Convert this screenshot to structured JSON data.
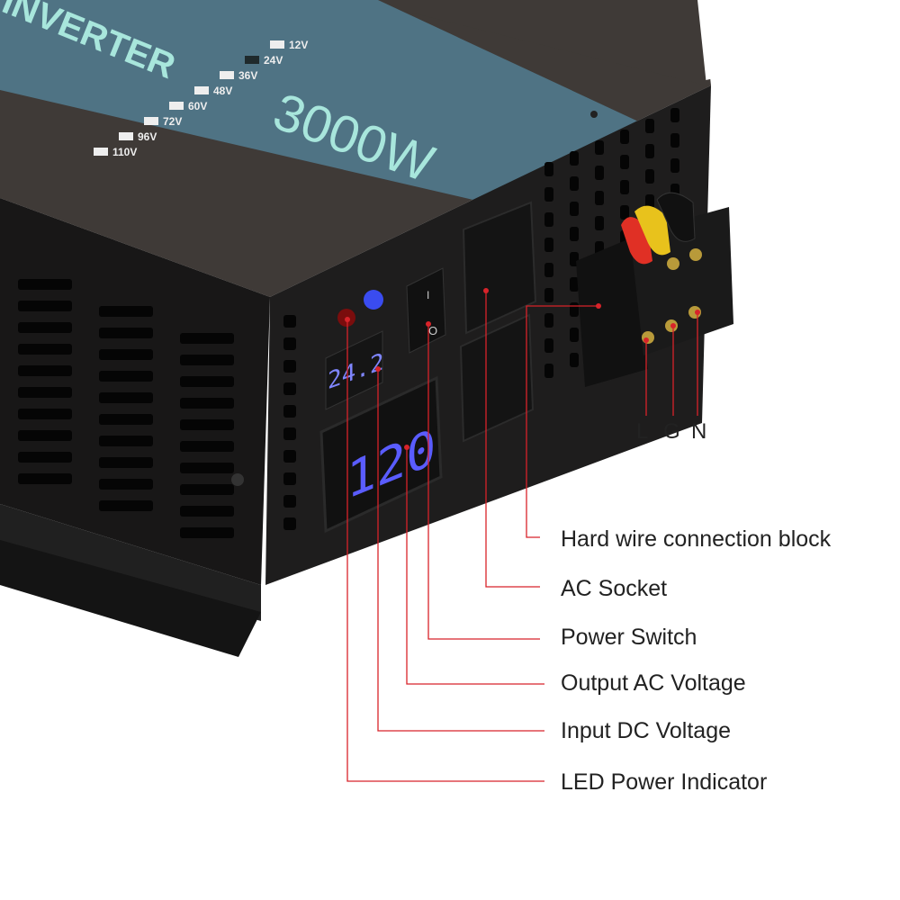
{
  "product": {
    "brand_text": "INVERTER",
    "power_rating": "3000W",
    "voltage_options": [
      "12V",
      "24V",
      "36V",
      "48V",
      "60V",
      "72V",
      "96V",
      "110V"
    ],
    "selected_voltage": "24V",
    "switch_on_symbol": "I",
    "switch_off_symbol": "O",
    "input_dc_display": "24.2",
    "output_ac_display": "120"
  },
  "terminals": [
    "L",
    "G",
    "N"
  ],
  "callouts": [
    "Hard wire connection block",
    "AC Socket",
    "Power Switch",
    "Output AC Voltage",
    "Input DC Voltage",
    "LED Power Indicator"
  ],
  "colors": {
    "leader_line": "#d8232a",
    "label_panel": "#4f7384",
    "label_text": "#a8e6dc",
    "body": "#1c1b1b",
    "display_digits": "#5a5cff"
  }
}
